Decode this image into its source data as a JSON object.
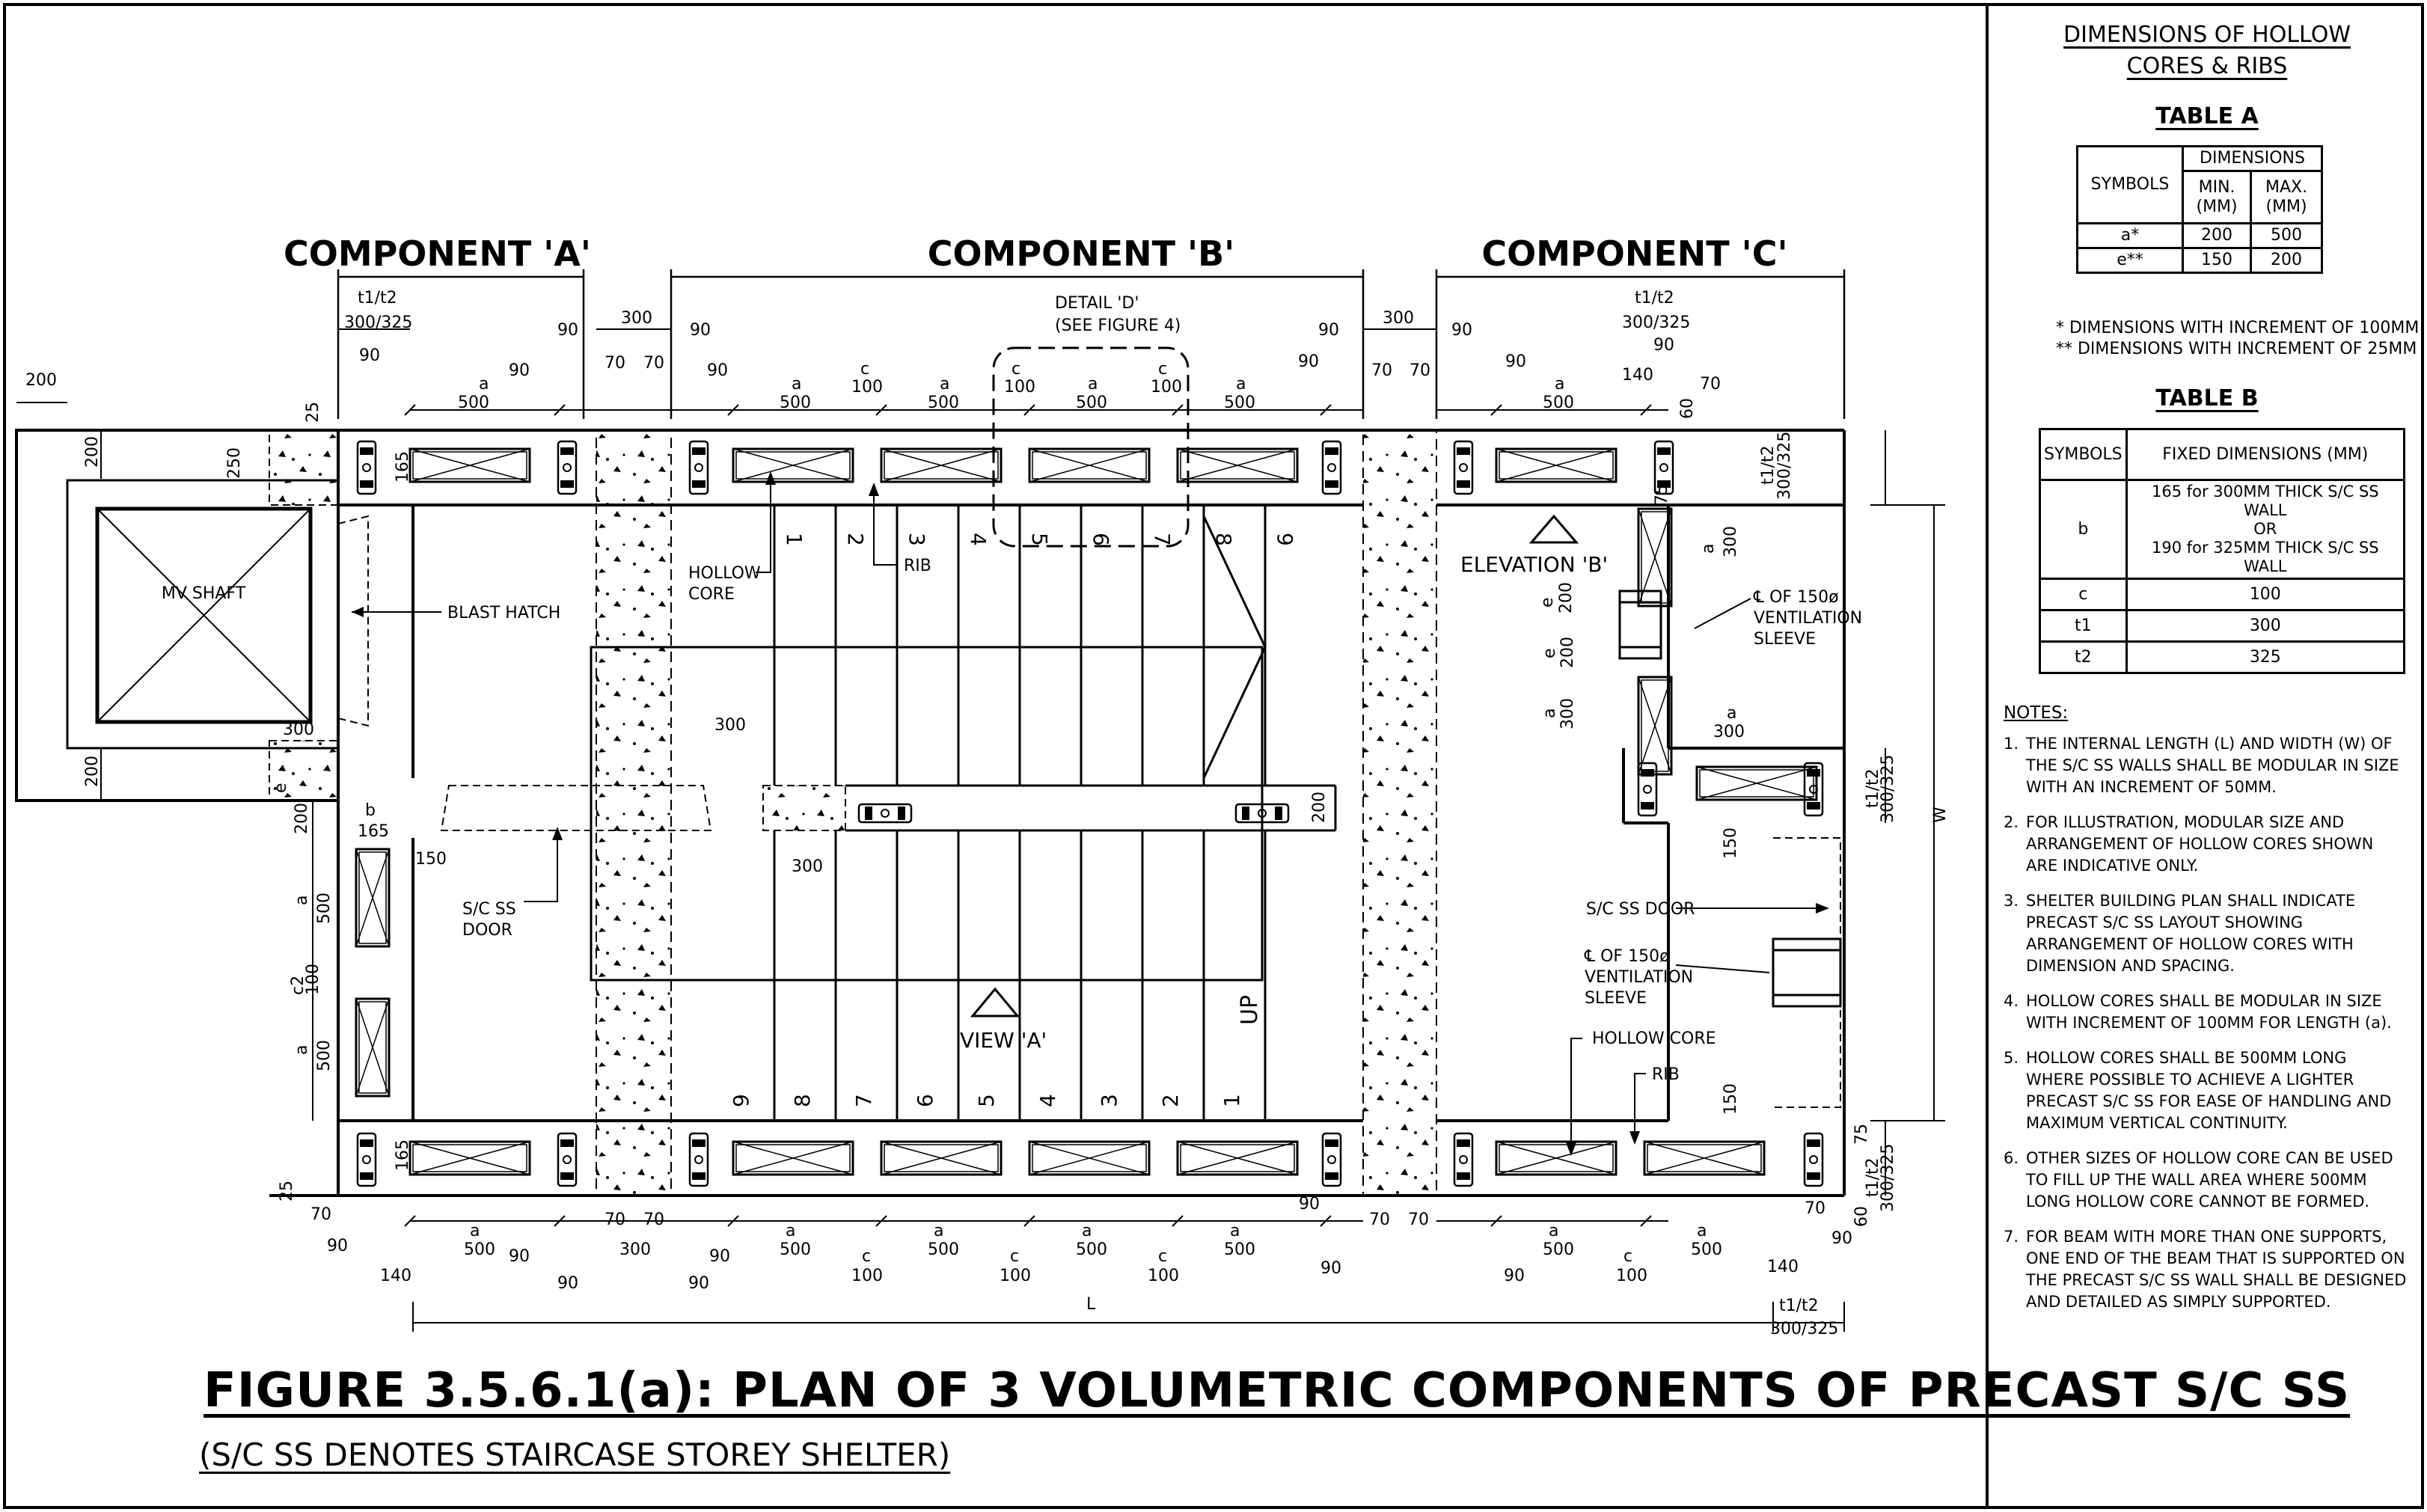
{
  "components": {
    "a": "COMPONENT 'A'",
    "b": "COMPONENT 'B'",
    "c": "COMPONENT 'C'"
  },
  "labels": {
    "mv_shaft": "MV SHAFT",
    "blast_hatch": "BLAST HATCH",
    "hollow_core_1": "HOLLOW",
    "hollow_core_2": "CORE",
    "rib": "RIB",
    "detail_d_1": "DETAIL 'D'",
    "detail_d_2": "(SEE FIGURE 4)",
    "elevation_b": "ELEVATION 'B'",
    "vent_1": "℄ OF 150ø",
    "vent_2": "VENTILATION",
    "vent_3": "SLEEVE",
    "sc_ss_door_1": "S/C SS",
    "sc_ss_door_2": "DOOR",
    "sc_ss_door_c": "S/C SS DOOR",
    "hollow_core_c": "HOLLOW CORE",
    "rib_c": "RIB",
    "view_a": "VIEW 'A'",
    "up": "UP",
    "L": "L",
    "W": "W"
  },
  "stairs_top": [
    "1",
    "2",
    "3",
    "4",
    "5",
    "6",
    "7",
    "8",
    "9"
  ],
  "stairs_bottom": [
    "9",
    "8",
    "7",
    "6",
    "5",
    "4",
    "3",
    "2",
    "1"
  ],
  "dims": {
    "d200": "200",
    "d250": "250",
    "d25": "25",
    "d165": "165",
    "d300": "300",
    "d90": "90",
    "d70": "70",
    "d500": "500",
    "d100": "100",
    "d150": "150",
    "d140": "140",
    "d60": "60",
    "d75": "75",
    "a": "a",
    "b": "b",
    "c": "c",
    "c2": "c2",
    "e": "e",
    "t1t2": "t1/t2",
    "t300_325": "300/325"
  },
  "caption": {
    "title": "FIGURE 3.5.6.1(a): PLAN OF 3 VOLUMETRIC COMPONENTS OF PRECAST S/C SS",
    "subtitle": "(S/C SS DENOTES STAIRCASE STOREY SHELTER)"
  },
  "panel": {
    "heading_1": "DIMENSIONS OF HOLLOW",
    "heading_2": "CORES & RIBS",
    "table_a_title": "TABLE A",
    "table_a": {
      "symbols": "SYMBOLS",
      "dimensions": "DIMENSIONS",
      "min": "MIN. (MM)",
      "max": "MAX. (MM)",
      "rows": [
        {
          "symbol": "a*",
          "min": "200",
          "max": "500"
        },
        {
          "symbol": "e**",
          "min": "150",
          "max": "200"
        }
      ]
    },
    "footnote_1": "* DIMENSIONS WITH INCREMENT OF 100MM",
    "footnote_2": "** DIMENSIONS WITH INCREMENT OF 25MM",
    "table_b_title": "TABLE B",
    "table_b": {
      "symbols": "SYMBOLS",
      "fixed": "FIXED DIMENSIONS (MM)",
      "rows": [
        {
          "symbol": "b",
          "value_1": "165 for 300MM THICK S/C SS WALL",
          "value_2": "OR",
          "value_3": "190 for 325MM THICK S/C SS WALL"
        },
        {
          "symbol": "c",
          "value_1": "100"
        },
        {
          "symbol": "t1",
          "value_1": "300"
        },
        {
          "symbol": "t2",
          "value_1": "325"
        }
      ]
    },
    "notes_heading": "NOTES:",
    "notes": [
      {
        "num": "1.",
        "text": "THE INTERNAL LENGTH (L) AND WIDTH (W) OF THE S/C SS WALLS SHALL BE MODULAR IN SIZE WITH AN INCREMENT OF 50MM."
      },
      {
        "num": "2.",
        "text": "FOR ILLUSTRATION, MODULAR SIZE AND ARRANGEMENT OF HOLLOW CORES SHOWN ARE INDICATIVE ONLY."
      },
      {
        "num": "3.",
        "text": "SHELTER BUILDING PLAN SHALL INDICATE PRECAST S/C SS LAYOUT SHOWING ARRANGEMENT OF HOLLOW CORES WITH DIMENSION AND SPACING."
      },
      {
        "num": "4.",
        "text": "HOLLOW CORES SHALL BE MODULAR IN SIZE WITH INCREMENT OF 100MM FOR LENGTH (a)."
      },
      {
        "num": "5.",
        "text": "HOLLOW CORES SHALL BE 500MM LONG WHERE POSSIBLE TO ACHIEVE A LIGHTER PRECAST S/C SS FOR EASE OF HANDLING AND MAXIMUM VERTICAL CONTINUITY."
      },
      {
        "num": "6.",
        "text": "OTHER SIZES OF HOLLOW CORE CAN BE USED TO FILL UP THE WALL AREA WHERE 500MM LONG HOLLOW CORE CANNOT BE FORMED."
      },
      {
        "num": "7.",
        "text": "FOR BEAM WITH MORE THAN ONE SUPPORTS, ONE END OF THE BEAM THAT IS SUPPORTED ON THE PRECAST S/C SS WALL SHALL BE DESIGNED AND DETAILED AS SIMPLY SUPPORTED."
      }
    ]
  }
}
